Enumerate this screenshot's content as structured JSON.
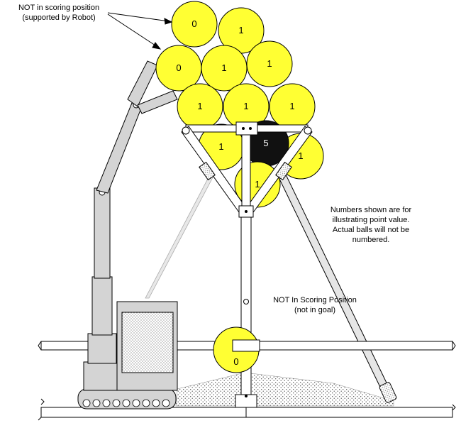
{
  "annotations": {
    "robot_note": {
      "line1": "NOT in scoring position",
      "line2": "(supported by Robot)"
    },
    "value_note": {
      "line1": "Numbers shown are for",
      "line2": "illustrating point value.",
      "line3": "Actual balls will not be",
      "line4": "numbered."
    },
    "floor_note": {
      "line1": "NOT In Scoring Position",
      "line2": "(not in goal)"
    }
  },
  "balls": [
    {
      "id": "robot-top-left",
      "label": "0",
      "fill": "#ffff33"
    },
    {
      "id": "robot-top-right",
      "label": "1",
      "fill": "#ffff33"
    },
    {
      "id": "robot-mid-left",
      "label": "0",
      "fill": "#ffff33"
    },
    {
      "id": "stack-row2-center",
      "label": "1",
      "fill": "#ffff33"
    },
    {
      "id": "stack-row2-right",
      "label": "1",
      "fill": "#ffff33"
    },
    {
      "id": "stack-row3-left",
      "label": "1",
      "fill": "#ffff33"
    },
    {
      "id": "stack-row3-center",
      "label": "1",
      "fill": "#ffff33"
    },
    {
      "id": "stack-row3-right",
      "label": "1",
      "fill": "#ffff33"
    },
    {
      "id": "goal-left",
      "label": "1",
      "fill": "#ffff33"
    },
    {
      "id": "goal-black",
      "label": "5",
      "fill": "#111111"
    },
    {
      "id": "goal-right",
      "label": "1",
      "fill": "#ffff33"
    },
    {
      "id": "goal-bottom",
      "label": "1",
      "fill": "#ffff33"
    },
    {
      "id": "floor-ball",
      "label": "0",
      "fill": "#ffff33"
    }
  ],
  "colors": {
    "ball_yellow": "#ffff33",
    "ball_black": "#111111",
    "structure_gray": "#d4d4d4",
    "outline": "#000000"
  }
}
